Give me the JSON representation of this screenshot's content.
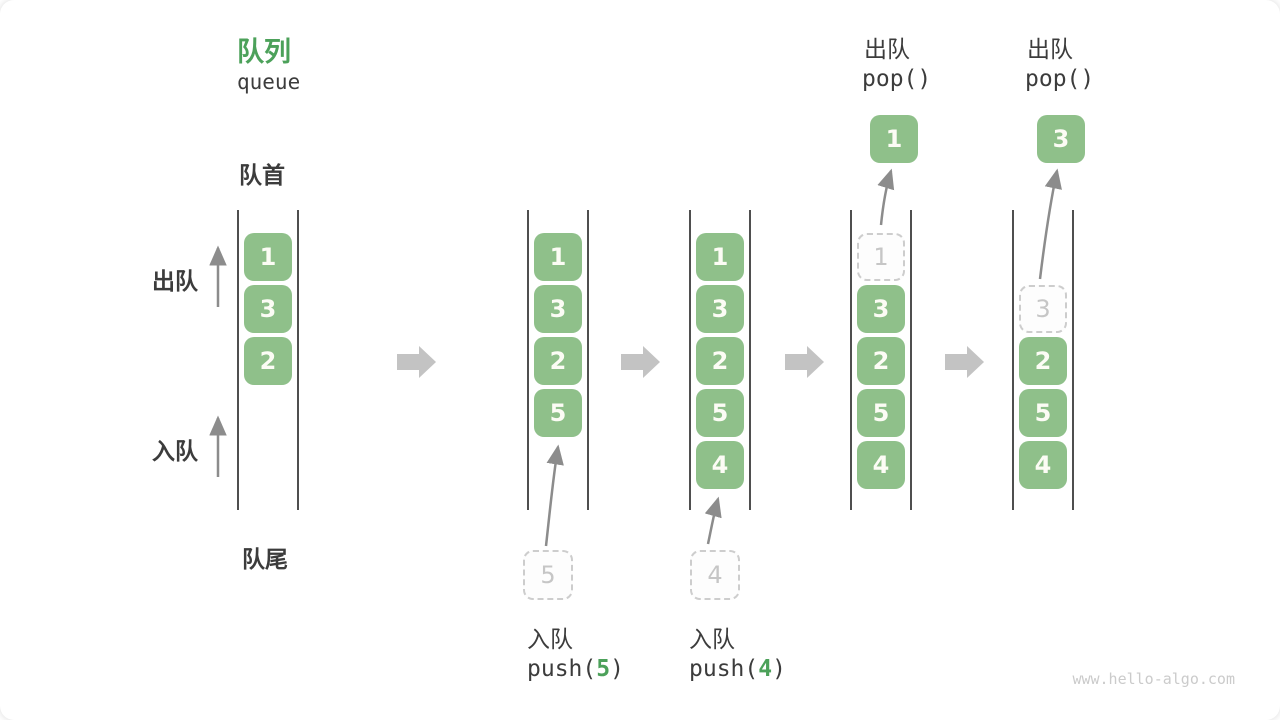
{
  "title": {
    "heading": "队列",
    "subheading": "queue"
  },
  "labels": {
    "front": "队首",
    "rear": "队尾",
    "dequeue_side": "出队",
    "enqueue_side": "入队"
  },
  "colors": {
    "accent_green": "#4ca15a",
    "box_green": "#8fc08a",
    "rail_gray": "#4f4f4f",
    "flow_arrow_gray": "#c3c3c3",
    "thin_arrow_gray": "#8c8c8c",
    "ghost_gray": "#cdcdcd",
    "text_dark": "#3c3c3c"
  },
  "states": [
    {
      "items": [
        {
          "value": "1",
          "style": "solid"
        },
        {
          "value": "3",
          "style": "solid"
        },
        {
          "value": "2",
          "style": "solid"
        }
      ]
    },
    {
      "items": [
        {
          "value": "1",
          "style": "solid"
        },
        {
          "value": "3",
          "style": "solid"
        },
        {
          "value": "2",
          "style": "solid"
        },
        {
          "value": "5",
          "style": "solid"
        }
      ]
    },
    {
      "items": [
        {
          "value": "1",
          "style": "solid"
        },
        {
          "value": "3",
          "style": "solid"
        },
        {
          "value": "2",
          "style": "solid"
        },
        {
          "value": "5",
          "style": "solid"
        },
        {
          "value": "4",
          "style": "solid"
        }
      ]
    },
    {
      "items": [
        {
          "value": "1",
          "style": "dashed"
        },
        {
          "value": "3",
          "style": "solid"
        },
        {
          "value": "2",
          "style": "solid"
        },
        {
          "value": "5",
          "style": "solid"
        },
        {
          "value": "4",
          "style": "solid"
        }
      ]
    },
    {
      "items": [
        {
          "value": "3",
          "style": "dashed"
        },
        {
          "value": "2",
          "style": "solid"
        },
        {
          "value": "5",
          "style": "solid"
        },
        {
          "value": "4",
          "style": "solid"
        }
      ]
    }
  ],
  "operations": {
    "push_1": {
      "label": "入队",
      "code_pre": "push(",
      "arg": "5",
      "code_post": ")",
      "staged_value": "5"
    },
    "push_2": {
      "label": "入队",
      "code_pre": "push(",
      "arg": "4",
      "code_post": ")",
      "staged_value": "4"
    },
    "pop_1": {
      "label": "出队",
      "code": "pop()",
      "popped_value": "1"
    },
    "pop_2": {
      "label": "出队",
      "code": "pop()",
      "popped_value": "3"
    }
  },
  "watermark": "www.hello-algo.com"
}
